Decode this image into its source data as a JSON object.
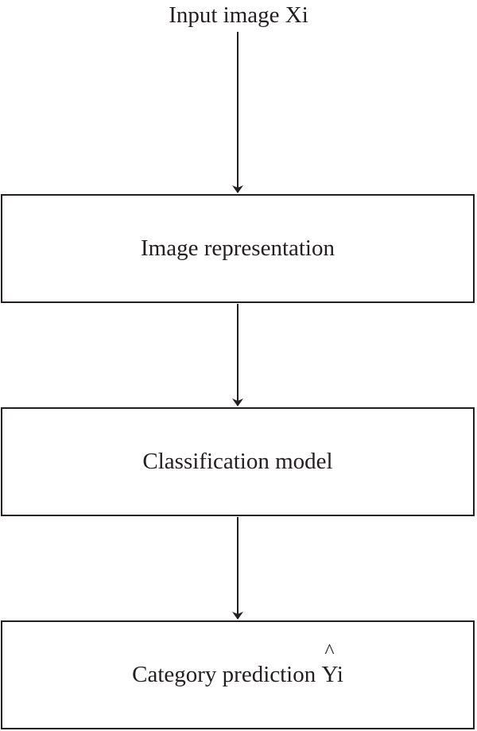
{
  "input": {
    "label": "Input image Xi"
  },
  "steps": [
    {
      "label": "Image representation"
    },
    {
      "label": "Classification model"
    },
    {
      "label": "Category prediction",
      "symbol": "Yi",
      "accent": "^"
    }
  ],
  "colors": {
    "stroke": "#231f20",
    "background": "#ffffff"
  }
}
